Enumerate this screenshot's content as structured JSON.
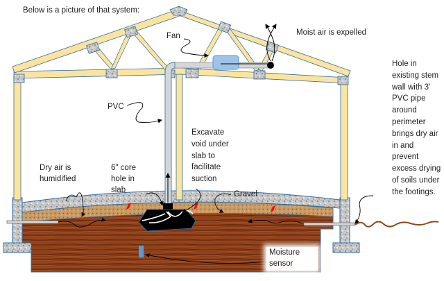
{
  "diagram": {
    "title": "Below is a picture of that system:",
    "labels": {
      "fan": "Fan",
      "moist_air": "Moist air is expelled",
      "hole_in_stem_wall": "Hole in\nexisting stem\nwall with 3'\nPVC pipe\naround\nperimeter\nbrings dry  air\nin and\nprevent\nexcess drying\nof soils under\nthe footings.",
      "pvc": "PVC",
      "excavate": "Excavate\nvoid under\nslab to\nfacilitate\nsuction",
      "dry_air": "Dry air is\nhumidified",
      "core_hole": "6\" core\nhole in\nslab",
      "gravel": "Gravel",
      "moisture_sensor": "Moisture\nsensor"
    },
    "components": [
      "roof-truss",
      "stem-wall",
      "footing",
      "concrete-slab",
      "gravel-layer",
      "soil",
      "pvc-riser-pipe",
      "inline-fan",
      "exhaust-vent",
      "suction-void",
      "perimeter-inlet-pipe",
      "moisture-sensor",
      "red-slab-markers"
    ],
    "colors": {
      "lumber": "#fde49e",
      "lumber_edge": "#2e6da4",
      "concrete": "#c8c8c8",
      "gravel": "#c9955a",
      "soil": "#8a3a17",
      "pipe": "#d3d6da",
      "fan": "#9dc3e6",
      "void": "#000000",
      "marker": "#ff0000",
      "sensor": "#5b9bd5"
    }
  }
}
